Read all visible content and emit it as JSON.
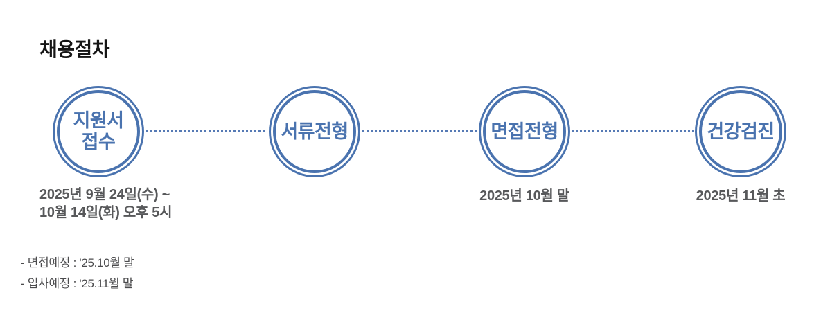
{
  "page": {
    "title": "채용절차"
  },
  "colors": {
    "accent_blue": "#4a73af",
    "dotted_line_blue": "#567ab5",
    "date_text_gray": "#57585a",
    "note_text_gray": "#4b4b4d",
    "title_black": "#151515",
    "background": "#ffffff"
  },
  "process": {
    "steps": [
      {
        "id": "application",
        "label": "지원서 접수",
        "label_lines": [
          "지원서",
          "접수"
        ],
        "date_lines": [
          "2025년 9월 24일(수) ~",
          "10월 14일(화) 오후 5시"
        ]
      },
      {
        "id": "document-screening",
        "label": "서류전형",
        "label_lines": [
          "서류전형"
        ],
        "date_lines": []
      },
      {
        "id": "interview",
        "label": "면접전형",
        "label_lines": [
          "면접전형"
        ],
        "date_lines": [
          "2025년 10월 말"
        ]
      },
      {
        "id": "health-check",
        "label": "건강검진",
        "label_lines": [
          "건강검진"
        ],
        "date_lines": [
          "2025년 11월 초"
        ]
      }
    ]
  },
  "notes": [
    "- 면접예정 : '25.10월 말",
    "- 입사예정 : '25.11월 말"
  ]
}
